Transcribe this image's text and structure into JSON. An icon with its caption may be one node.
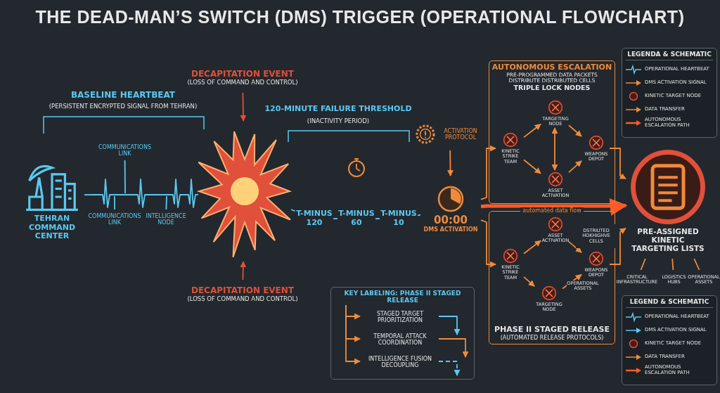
{
  "diagram": {
    "title": "THE DEAD-MAN’S SWITCH (DMS) TRIGGER (OPERATIONAL FLOWCHART)",
    "nodes": [
      {
        "text": [
          "TEHRAN COMMAND CENTER"
        ]
      },
      {
        "text": [
          "COMMUNICATIONS LINK"
        ]
      },
      {
        "text": [
          "COMMUNICATIONS LINK"
        ]
      },
      {
        "text": [
          "INTELLIGENCE NODE"
        ]
      },
      {
        "text": [],
        "shape": "picture"
      },
      {
        "text": [
          "DECAPITATION EVENT",
          "(LOSS OF COMMAND AND CONTROL)"
        ]
      },
      {
        "text": [
          "DECAPITATION EVENT",
          "(LOSS OF COMMAND AND CONTROL)"
        ]
      },
      {
        "text": [
          "T-MINUS 120"
        ]
      },
      {
        "text": [
          "T-MINUS 60"
        ]
      },
      {
        "text": [
          "T-MINUS 10"
        ]
      },
      {
        "text": [
          "00:00",
          "DMS ACTIVATION"
        ]
      },
      {
        "text": [
          "ACTIVATION PROTOCOL"
        ]
      },
      {
        "text": [
          "AUTONOMOUS ESCALATION",
          "PRE-PROGRAMMED DATA PACKETS DISTRIBUTE DISTRIBUTED CELLS",
          "TRIPLE LOCK NODES"
        ]
      },
      {
        "text": [
          "KINETIC STRIKE TEAM"
        ],
        "in": 12
      },
      {
        "text": [
          "TARGETING NODE"
        ],
        "in": 12
      },
      {
        "text": [
          "ASSET ACTIVATION"
        ],
        "in": 12
      },
      {
        "text": [
          "WEAPONS DEPOT"
        ],
        "in": 12
      },
      {
        "text": [
          "PHASE II STAGED RELEASE",
          "(AUTOMATED RELEASE PROTOCOLS)"
        ]
      },
      {
        "text": [
          "KINETIC STRIKE TEAM"
        ],
        "in": 17
      },
      {
        "text": [
          "ASSET ACTIVATION"
        ],
        "in": 17
      },
      {
        "text": [
          "TARGETING NODE"
        ],
        "in": 17
      },
      {
        "text": [
          "WEAPONS DEPOT"
        ],
        "in": 17,
        "beside": [
          "DSTRIUTED HOKHIGHVE CELLS",
          "OPERATIONAL ASSETS"
        ]
      },
      {
        "text": [
          "PRE-ASSIGNED KINETIC TARGETING LISTS"
        ]
      },
      {
        "text": [
          "CRITICAL INFRASTRUCTURE"
        ]
      },
      {
        "text": [
          "LOGISTICS HUBS"
        ]
      },
      {
        "text": [
          "OPERATIONAL ASSETS"
        ]
      },
      {
        "text": [
          "KEY LABELING: PHASE II STAGED RELEASE"
        ]
      },
      {
        "text": [
          "STAGED TARGET PRIORITIZATION"
        ],
        "in": 26
      },
      {
        "text": [
          "TEMPORAL ATTACK COORDINATION"
        ],
        "in": 26
      },
      {
        "text": [
          "INTELLIGENCE FUSION DECOUPLING"
        ],
        "in": 26
      }
    ],
    "edges": [
      {
        "from": 0,
        "to": 4,
        "arrow": "none",
        "color": "#5bc8f0"
      },
      {
        "from": 1,
        "to": null,
        "arrow": "none",
        "color": "#5bc8f0"
      },
      {
        "from": 2,
        "to": null,
        "arrow": "none",
        "color": "#5bc8f0"
      },
      {
        "from": 3,
        "to": null,
        "arrow": "none",
        "color": "#5bc8f0"
      },
      {
        "from": 5,
        "to": 4,
        "arrow": "to",
        "color": "#e0503a"
      },
      {
        "from": 6,
        "to": 4,
        "arrow": "to",
        "color": "#e0503a"
      },
      {
        "from": 4,
        "to": 7,
        "arrow": "none",
        "style": "dashed",
        "color": "#5bc8f0"
      },
      {
        "from": 7,
        "to": 8,
        "arrow": "none",
        "style": "dashed",
        "color": "#5bc8f0"
      },
      {
        "from": 8,
        "to": 9,
        "arrow": "none",
        "style": "dashed",
        "color": "#5bc8f0"
      },
      {
        "from": 9,
        "to": 10,
        "arrow": "none",
        "style": "dashed",
        "color": "#5bc8f0"
      },
      {
        "from": 11,
        "to": 10,
        "arrow": "to"
      },
      {
        "from": 10,
        "to": 13,
        "arrow": "to"
      },
      {
        "from": 10,
        "to": 22,
        "arrow": "to",
        "label": "automated data flow",
        "style": "thick",
        "color": "#ff5a2a"
      },
      {
        "from": 10,
        "to": 18,
        "arrow": "to"
      },
      {
        "from": 13,
        "to": 14,
        "arrow": "to"
      },
      {
        "from": 13,
        "to": 15,
        "arrow": "to"
      },
      {
        "from": 14,
        "to": 15,
        "arrow": "both"
      },
      {
        "from": 14,
        "to": 16,
        "arrow": "to"
      },
      {
        "from": 15,
        "to": 16,
        "arrow": "to"
      },
      {
        "from": 16,
        "to": 22,
        "arrow": "to"
      },
      {
        "from": 18,
        "to": 19,
        "arrow": "to"
      },
      {
        "from": 18,
        "to": 20,
        "arrow": "to"
      },
      {
        "from": 19,
        "to": 21,
        "arrow": "to"
      },
      {
        "from": 20,
        "to": 21,
        "arrow": "to"
      },
      {
        "from": 21,
        "to": 22,
        "arrow": "to"
      },
      {
        "from": 22,
        "to": 23,
        "arrow": "none"
      },
      {
        "from": 22,
        "to": 24,
        "arrow": "none"
      },
      {
        "from": 22,
        "to": 25,
        "arrow": "none"
      },
      {
        "from": null,
        "to": 27,
        "arrow": "to"
      },
      {
        "from": null,
        "to": 28,
        "arrow": "to"
      },
      {
        "from": null,
        "to": 29,
        "arrow": "to"
      },
      {
        "from": 27,
        "to": null,
        "arrow": "to",
        "color": "#5bc8f0"
      },
      {
        "from": 28,
        "to": null,
        "arrow": "to"
      },
      {
        "from": 29,
        "to": null,
        "arrow": "to",
        "style": "dashed",
        "color": "#5bc8f0"
      }
    ],
    "labels": [
      "BASELINE HEARTBEAT",
      "(PERSISTENT ENCRYPTED SIGNAL FROM TEHRAN)",
      "120-MINUTE FAILURE THRESHOLD",
      "(INACTIVITY PERIOD)",
      "LEGENDA & SCHEMATIC",
      "LEGEND & SCHEMATIC"
    ],
    "legend": [
      {
        "text": "OPERATIONAL HEARTBEAT"
      },
      {
        "text": "DMS ACTIVATION SIGNAL"
      },
      {
        "text": "KINETIC TARGET NODE"
      },
      {
        "text": "DATA TRANSFER"
      },
      {
        "text": "AUTONOMOUS ESCALATION PATH"
      },
      {
        "text": "OPERATIONAL HEARTBEAT"
      },
      {
        "text": "DMS ACTIVATION SIGNAL"
      },
      {
        "text": "KINETIC TARGET NODE"
      },
      {
        "text": "DATA TRANSFER"
      },
      {
        "text": "AUTONOMOUS ESCALATION PATH"
      }
    ]
  }
}
